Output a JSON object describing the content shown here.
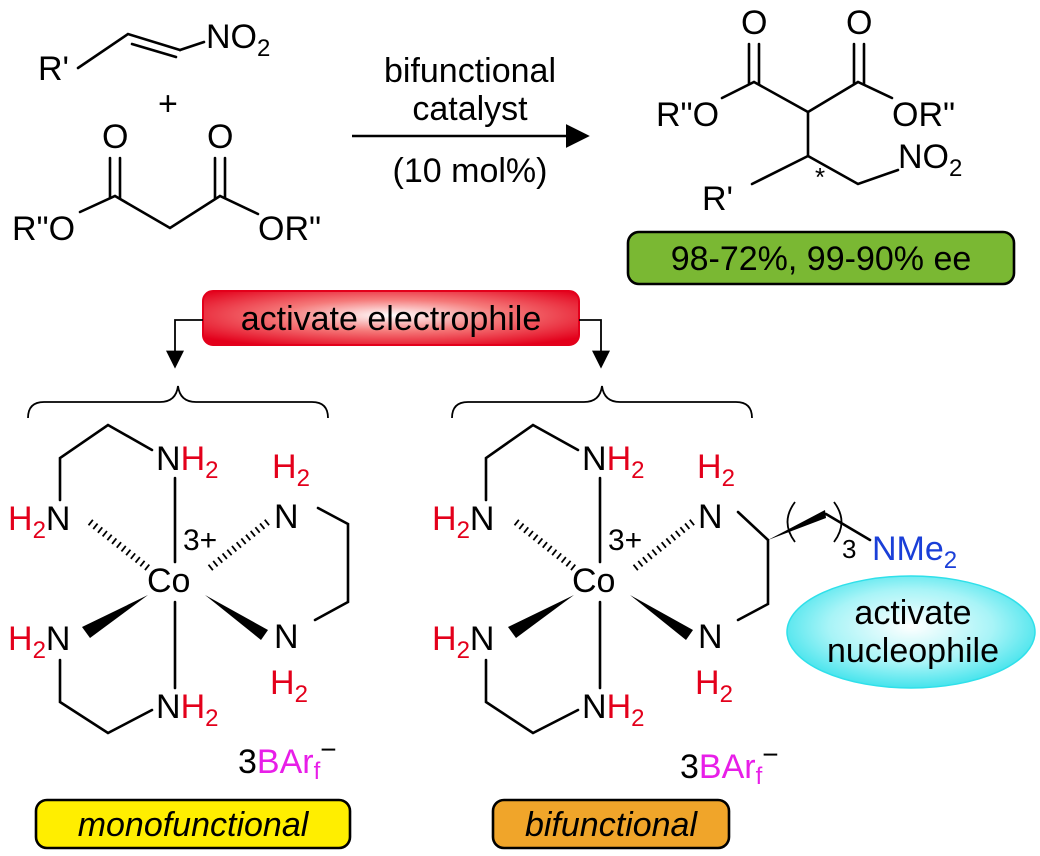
{
  "reaction": {
    "nitroalkene_substituent": "R'",
    "nitro_group": "NO",
    "nitro_subscript": "2",
    "plus": "+",
    "ester_left": "R\"O",
    "ester_right": "OR\"",
    "carbonyl_o": "O",
    "arrow_top_line1": "bifunctional",
    "arrow_top_line2": "catalyst",
    "arrow_bottom": "(10 mol%)",
    "product_stereo_mark": "*",
    "result_badge": "98-72%, 99-90% ee"
  },
  "activation": {
    "electrophile_label": "activate electrophile",
    "nucleophile_line1": "activate",
    "nucleophile_line2": "nucleophile"
  },
  "complex": {
    "metal": "Co",
    "charge": "3+",
    "amine_n": "N",
    "amine_h": "H",
    "amine_h_sub": "2",
    "counterion_coeff": "3",
    "counterion_main": "BAr",
    "counterion_sub": "f",
    "counterion_sup": "−",
    "tether_sub": "3",
    "nme2_main": "NMe",
    "nme2_sub": "2"
  },
  "labels": {
    "mono": "monofunctional",
    "bi": "bifunctional"
  },
  "colors": {
    "hydrogen": "#e3001b",
    "counterion": "#e81ee8",
    "nme2": "#1a3fd8",
    "badge_green": "#7ab833",
    "badge_yellow": "#ffee00",
    "badge_orange": "#f0a52a",
    "red_box": "#e3001b",
    "cyan_oval": "#3fe6ee"
  }
}
